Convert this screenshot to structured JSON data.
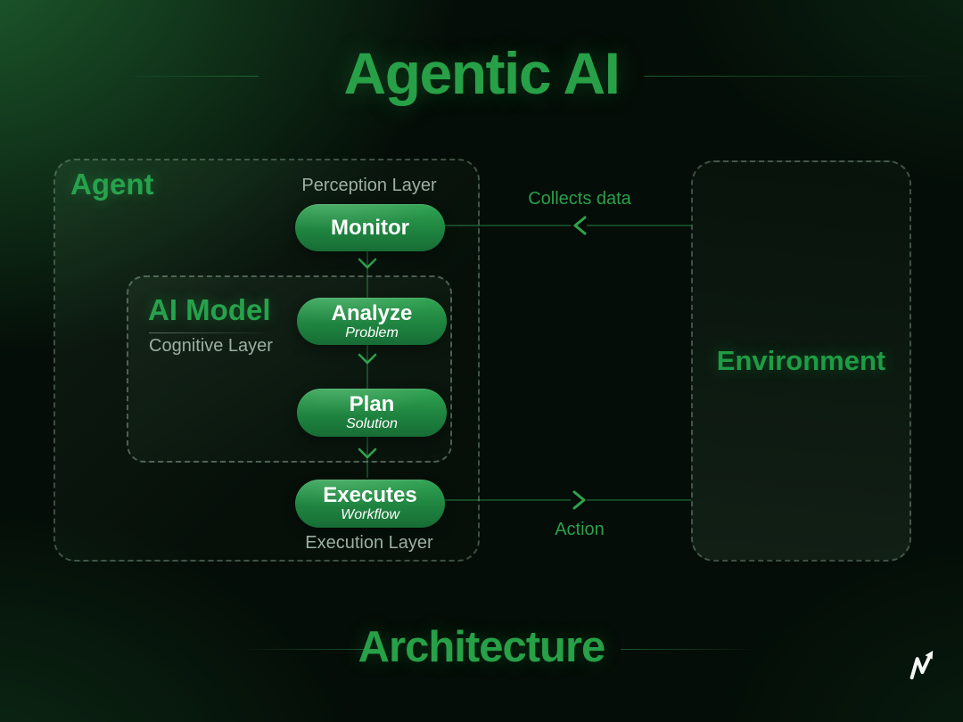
{
  "titles": {
    "top": "Agentic AI",
    "bottom": "Architecture"
  },
  "agent": {
    "label": "Agent",
    "perception_layer": "Perception Layer",
    "execution_layer": "Execution Layer",
    "monitor": {
      "title": "Monitor"
    },
    "ai_model": {
      "label": "AI Model",
      "sublabel": "Cognitive Layer",
      "analyze": {
        "title": "Analyze",
        "subtitle": "Problem"
      },
      "plan": {
        "title": "Plan",
        "subtitle": "Solution"
      }
    },
    "executes": {
      "title": "Executes",
      "subtitle": "Workflow"
    }
  },
  "environment": {
    "label": "Environment"
  },
  "connections": {
    "collects_data": {
      "label": "Collects data",
      "direction": "environment-to-agent"
    },
    "action": {
      "label": "Action",
      "direction": "agent-to-environment"
    }
  },
  "colors": {
    "accent_green": "#27a24c",
    "title_green": "#27a047",
    "environment_green": "#1f9c45",
    "pill_gradient_top": "#2fa351",
    "pill_gradient_bottom": "#176d35",
    "muted_layer_text": "#9cb0a1",
    "connector_green": "#2e9a4f",
    "background_dark": "#040d07"
  },
  "logo": {
    "icon": "m-arrow-logo"
  }
}
